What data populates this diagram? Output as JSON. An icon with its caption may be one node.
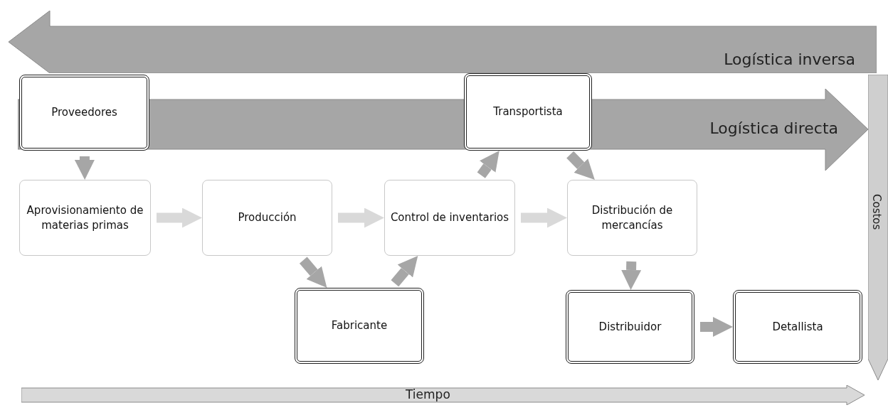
{
  "diagram": {
    "nodes": [
      {
        "text": [
          "Logística inversa"
        ]
      },
      {
        "text": [
          "Proveedores"
        ]
      },
      {
        "text": [
          "Transportista"
        ]
      },
      {
        "text": [
          "Logística directa"
        ]
      },
      {
        "text": [
          "Costos"
        ]
      },
      {
        "text": [
          "Aprovisionamiento de materias primas"
        ]
      },
      {
        "text": [
          "Producción"
        ]
      },
      {
        "text": [
          "Control de inventarios"
        ]
      },
      {
        "text": [
          "Distribución de mercancías"
        ]
      },
      {
        "text": [
          "Fabricante"
        ]
      },
      {
        "text": [
          "Distribuidor"
        ]
      },
      {
        "text": [
          "Detallista"
        ]
      },
      {
        "text": [
          "Tiempo"
        ]
      }
    ],
    "edges": [
      {
        "from": 1,
        "to": 5,
        "arrow": "to"
      },
      {
        "from": 5,
        "to": 6,
        "arrow": "to",
        "color": "#d9d9d9"
      },
      {
        "from": 6,
        "to": 7,
        "arrow": "to",
        "color": "#d9d9d9"
      },
      {
        "from": 7,
        "to": 8,
        "arrow": "to",
        "color": "#d9d9d9"
      },
      {
        "from": 6,
        "to": 9,
        "arrow": "to"
      },
      {
        "from": 9,
        "to": 7,
        "arrow": "to"
      },
      {
        "from": 7,
        "to": 2,
        "arrow": "to"
      },
      {
        "from": 2,
        "to": 8,
        "arrow": "to"
      },
      {
        "from": 8,
        "to": 10,
        "arrow": "to"
      },
      {
        "from": 10,
        "to": 11,
        "arrow": "to"
      }
    ]
  }
}
